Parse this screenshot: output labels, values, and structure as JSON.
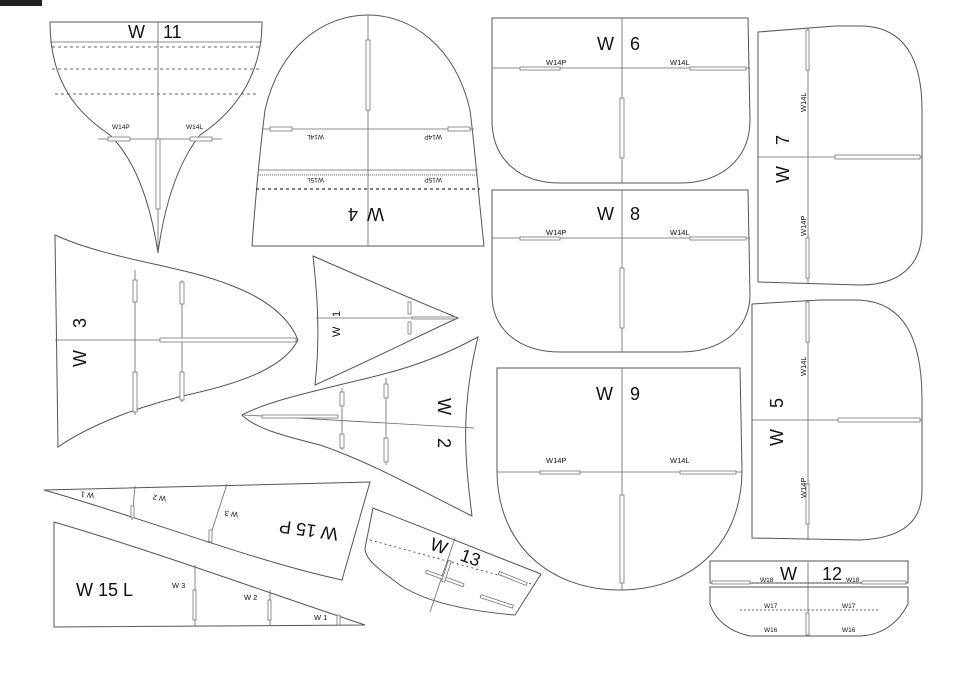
{
  "sheet": {
    "background": "#ffffff",
    "line_color": "#555555",
    "text_color": "#111111"
  },
  "parts": {
    "w11": {
      "letter": "W",
      "number": "11",
      "slot_left": "W14P",
      "slot_right": "W14L"
    },
    "w4": {
      "letter": "W",
      "number": "4",
      "slot_left": "W14L",
      "slot_right": "W14P",
      "slot_left_lower": "W15L",
      "slot_right_lower": "W15P"
    },
    "w6": {
      "letter": "W",
      "number": "6",
      "slot_left": "W14P",
      "slot_right": "W14L"
    },
    "w7": {
      "letter": "W",
      "number": "7",
      "slot_top": "W14L",
      "slot_bottom": "W14P"
    },
    "w8": {
      "letter": "W",
      "number": "8",
      "slot_left": "W14P",
      "slot_right": "W14L"
    },
    "w3": {
      "letter": "W",
      "number": "3"
    },
    "w1": {
      "letter": "W",
      "number": "1"
    },
    "w2": {
      "letter": "W",
      "number": "2"
    },
    "w9": {
      "letter": "W",
      "number": "9",
      "slot_left": "W14P",
      "slot_right": "W14L"
    },
    "w5": {
      "letter": "W",
      "number": "5",
      "slot_top": "W14L",
      "slot_bottom": "W14P"
    },
    "w15p": {
      "title": "W 15 P",
      "mark_1": "W 1",
      "mark_2": "W 2",
      "mark_3": "W 3"
    },
    "w15l": {
      "title": "W 15 L",
      "mark_1": "W 1",
      "mark_2": "W 2",
      "mark_3": "W 3"
    },
    "w13": {
      "letter": "W",
      "number": "13"
    },
    "w12": {
      "letter": "W",
      "number": "12",
      "row1_left": "W18",
      "row1_right": "W18",
      "row2_left": "W17",
      "row2_right": "W17",
      "row3_left": "W16",
      "row3_right": "W16"
    }
  }
}
